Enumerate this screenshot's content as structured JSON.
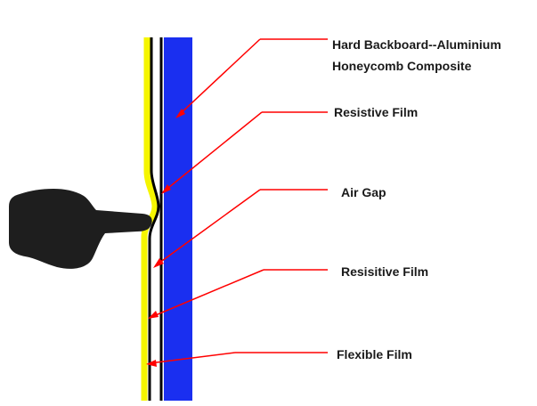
{
  "labels": {
    "hard_backboard_line1": "Hard Backboard--Aluminium",
    "hard_backboard_line2": "Honeycomb Composite",
    "resistive_film": "Resistive Film",
    "air_gap": "Air Gap",
    "resisitive_film": "Resisitive Film",
    "flexible_film": "Flexible Film"
  },
  "colors": {
    "backboard": "#1a2ff0",
    "flexible_film": "#f5f500",
    "film_line": "#000000",
    "pointer_line": "#ff0000",
    "finger": "#1e1e1e"
  },
  "icons": {
    "finger": "pointing-finger-icon"
  }
}
